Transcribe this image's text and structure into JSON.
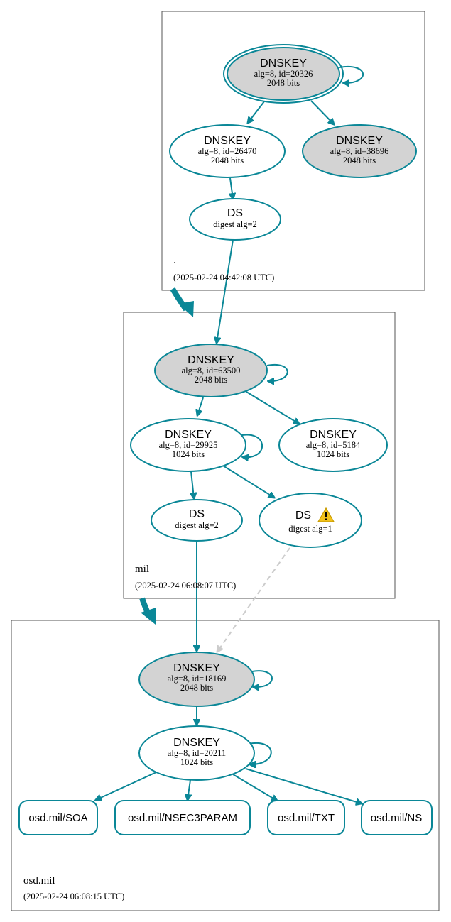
{
  "zones": [
    {
      "id": "root",
      "name": ".",
      "timestamp": "(2025-02-24 04:42:08 UTC)"
    },
    {
      "id": "mil",
      "name": "mil",
      "timestamp": "(2025-02-24 06:08:07 UTC)"
    },
    {
      "id": "osd",
      "name": "osd.mil",
      "timestamp": "(2025-02-24 06:08:15 UTC)"
    }
  ],
  "nodes": {
    "root_ksk": {
      "title": "DNSKEY",
      "line1": "alg=8, id=20326",
      "line2": "2048 bits"
    },
    "root_zsk1": {
      "title": "DNSKEY",
      "line1": "alg=8, id=26470",
      "line2": "2048 bits"
    },
    "root_zsk2": {
      "title": "DNSKEY",
      "line1": "alg=8, id=38696",
      "line2": "2048 bits"
    },
    "root_ds": {
      "title": "DS",
      "line1": "digest alg=2"
    },
    "mil_ksk": {
      "title": "DNSKEY",
      "line1": "alg=8, id=63500",
      "line2": "2048 bits"
    },
    "mil_zsk1": {
      "title": "DNSKEY",
      "line1": "alg=8, id=29925",
      "line2": "1024 bits"
    },
    "mil_zsk2": {
      "title": "DNSKEY",
      "line1": "alg=8, id=5184",
      "line2": "1024 bits"
    },
    "mil_ds2": {
      "title": "DS",
      "line1": "digest alg=2"
    },
    "mil_ds1": {
      "title": "DS",
      "line1": "digest alg=1"
    },
    "osd_ksk": {
      "title": "DNSKEY",
      "line1": "alg=8, id=18169",
      "line2": "2048 bits"
    },
    "osd_zsk": {
      "title": "DNSKEY",
      "line1": "alg=8, id=20211",
      "line2": "1024 bits"
    }
  },
  "rrsets": [
    "osd.mil/SOA",
    "osd.mil/NSEC3PARAM",
    "osd.mil/TXT",
    "osd.mil/NS"
  ],
  "colors": {
    "edge": "#0a8797",
    "ksk_fill": "#d3d3d3",
    "zsk_fill": "#ffffff",
    "insecure_edge": "#cccccc",
    "warning": "#f2c21b"
  },
  "icons": {
    "warning": "warning-icon"
  }
}
